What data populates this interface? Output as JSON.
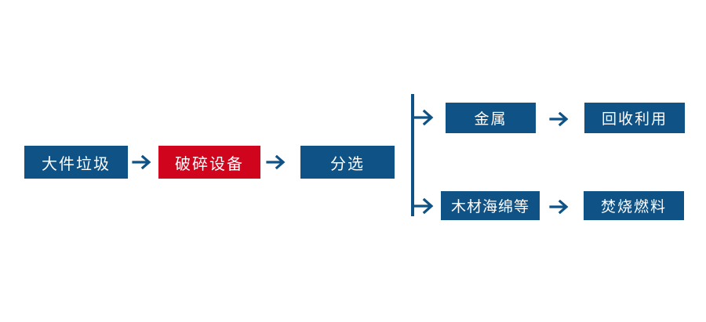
{
  "diagram": {
    "title": "",
    "background_color": "#ffffff",
    "colors": {
      "primary_blue": "#0e5286",
      "highlight_red": "#d0041c",
      "text_on_node": "#ffffff",
      "connector": "#0e5286"
    },
    "nodes": {
      "bulky_waste": "大件垃圾",
      "crusher": "破碎设备",
      "sorting": "分选",
      "metal": "金属",
      "recycle": "回收利用",
      "wood_sponge": "木材海绵等",
      "incineration_fuel": "焚烧燃料"
    },
    "icons": {
      "arrow_right": "→",
      "branch_split": "branch-split-line"
    },
    "flow": {
      "main_chain": [
        "大件垃圾",
        "破碎设备",
        "分选"
      ],
      "branch_top": [
        "金属",
        "回收利用"
      ],
      "branch_bottom": [
        "木材海绵等",
        "焚烧燃料"
      ]
    }
  }
}
